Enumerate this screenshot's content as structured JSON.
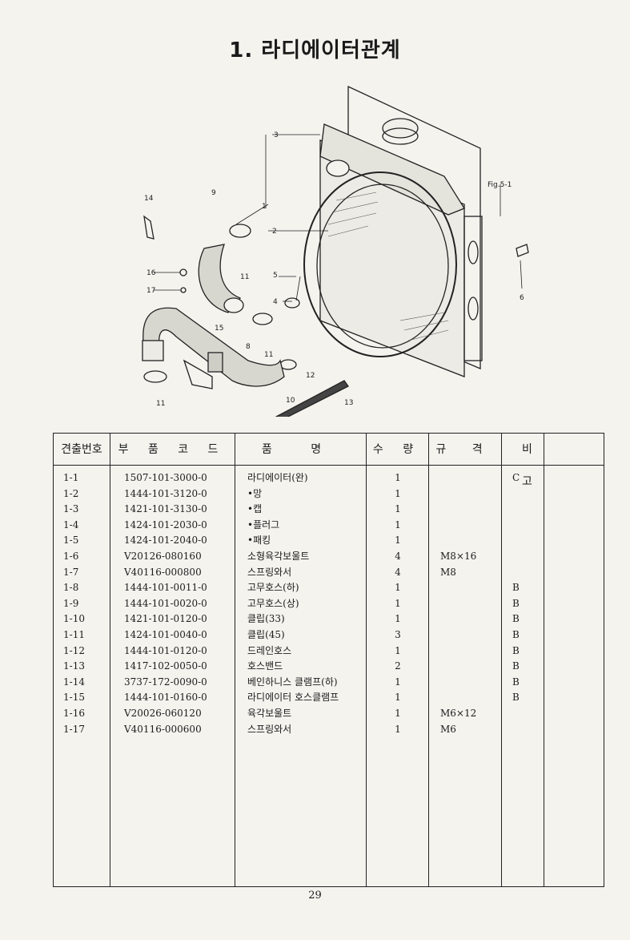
{
  "title": "1. 라디에이터관계",
  "figure": {
    "caption": "Fig.5-1",
    "callouts": [
      "1",
      "2",
      "3",
      "4",
      "5",
      "6",
      "8",
      "9",
      "10",
      "11",
      "11",
      "11",
      "12",
      "13",
      "14",
      "15",
      "16",
      "17"
    ]
  },
  "table": {
    "headers": {
      "no": "견출번호",
      "code": "부 품 코 드",
      "name": "품 명",
      "qty": "수 량",
      "spec": "규 격",
      "note": "비 고"
    },
    "rows": [
      {
        "no": "1-1",
        "code": "1507-101-3000-0",
        "name": "라디에이터(완)",
        "qty": "1",
        "spec": "",
        "note": "C"
      },
      {
        "no": "1-2",
        "code": "1444-101-3120-0",
        "name": "•망",
        "qty": "1",
        "spec": "",
        "note": ""
      },
      {
        "no": "1-3",
        "code": "1421-101-3130-0",
        "name": "•캡",
        "qty": "1",
        "spec": "",
        "note": ""
      },
      {
        "no": "1-4",
        "code": "1424-101-2030-0",
        "name": "•플러그",
        "qty": "1",
        "spec": "",
        "note": ""
      },
      {
        "no": "1-5",
        "code": "1424-101-2040-0",
        "name": "•패킹",
        "qty": "1",
        "spec": "",
        "note": ""
      },
      {
        "no": "1-6",
        "code": "V20126-080160",
        "name": "소형육각보울트",
        "qty": "4",
        "spec": "M8×16",
        "note": ""
      },
      {
        "no": "1-7",
        "code": "V40116-000800",
        "name": "스프링와서",
        "qty": "4",
        "spec": "M8",
        "note": ""
      },
      {
        "no": "1-8",
        "code": "1444-101-0011-0",
        "name": "고무호스(하)",
        "qty": "1",
        "spec": "",
        "note": "B"
      },
      {
        "no": "1-9",
        "code": "1444-101-0020-0",
        "name": "고무호스(상)",
        "qty": "1",
        "spec": "",
        "note": "B"
      },
      {
        "no": "1-10",
        "code": "1421-101-0120-0",
        "name": "클립(33)",
        "qty": "1",
        "spec": "",
        "note": "B"
      },
      {
        "no": "1-11",
        "code": "1424-101-0040-0",
        "name": "클립(45)",
        "qty": "3",
        "spec": "",
        "note": "B"
      },
      {
        "no": "1-12",
        "code": "1444-101-0120-0",
        "name": "드레인호스",
        "qty": "1",
        "spec": "",
        "note": "B"
      },
      {
        "no": "1-13",
        "code": "1417-102-0050-0",
        "name": "호스밴드",
        "qty": "2",
        "spec": "",
        "note": "B"
      },
      {
        "no": "1-14",
        "code": "3737-172-0090-0",
        "name": "베인하니스 클램프(하)",
        "qty": "1",
        "spec": "",
        "note": "B"
      },
      {
        "no": "1-15",
        "code": "1444-101-0160-0",
        "name": "라디에이터 호스클램프",
        "qty": "1",
        "spec": "",
        "note": "B"
      },
      {
        "no": "1-16",
        "code": "V20026-060120",
        "name": "육각보울트",
        "qty": "1",
        "spec": "M6×12",
        "note": ""
      },
      {
        "no": "1-17",
        "code": "V40116-000600",
        "name": "스프링와서",
        "qty": "1",
        "spec": "M6",
        "note": ""
      }
    ]
  },
  "page_number": "29"
}
